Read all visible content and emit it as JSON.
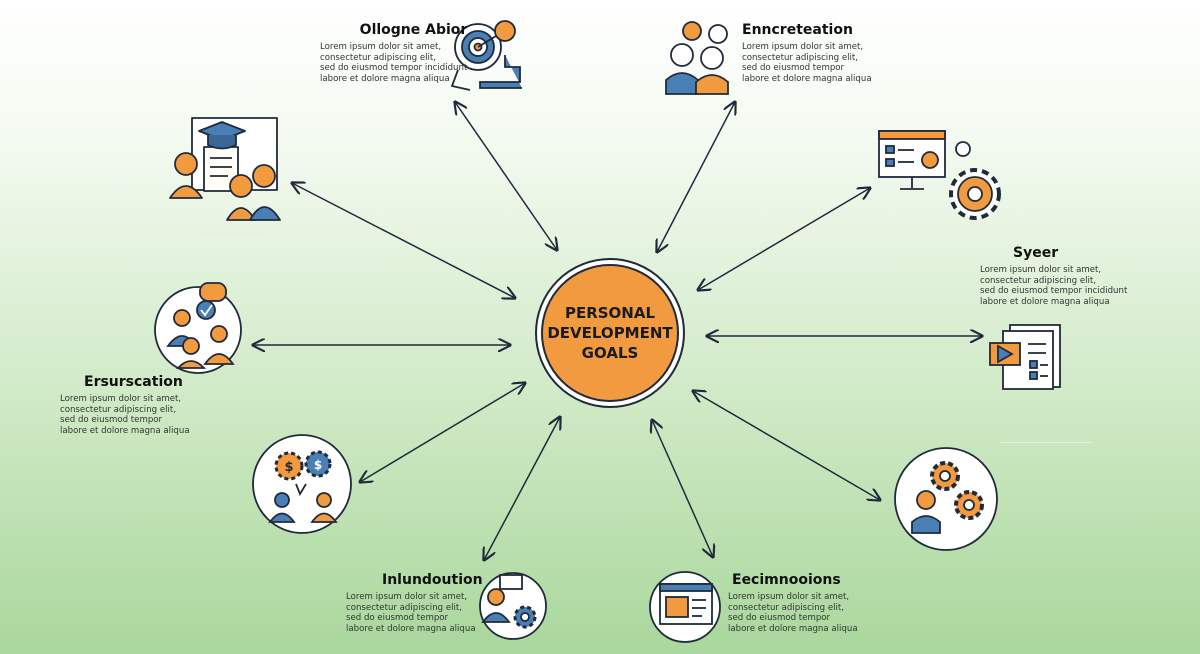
{
  "center": {
    "lines": [
      "PERSONAL",
      "DEVELOPMENT",
      "GOALS"
    ]
  },
  "nodes": [
    {
      "id": "top-left",
      "title": "Ollogne Abior",
      "lines": [
        "Lorem ipsum dolor sit amet,",
        "consectetur adipiscing elit,",
        "sed do eiusmod tempor incididunt",
        "labore et dolore magna aliqua"
      ]
    },
    {
      "id": "top-right",
      "title": "Enncreteation",
      "lines": [
        "Lorem ipsum dolor sit amet,",
        "consectetur adipiscing elit,",
        "sed do eiusmod tempor",
        "labore et dolore magna aliqua"
      ]
    },
    {
      "id": "right",
      "title": "Syeer",
      "lines": [
        "Lorem ipsum dolor sit amet,",
        "consectetur adipiscing elit,",
        "sed do eiusmod tempor incididunt",
        "labore et dolore magna aliqua"
      ]
    },
    {
      "id": "left",
      "title": "Ersurscation",
      "lines": [
        "Lorem ipsum dolor sit amet,",
        "consectetur adipiscing elit,",
        "sed do eiusmod tempor",
        "labore et dolore magna aliqua"
      ]
    },
    {
      "id": "bottom-left",
      "title": "Inlundoution",
      "lines": [
        "Lorem ipsum dolor sit amet,",
        "consectetur adipiscing elit,",
        "sed do eiusmod tempor",
        "labore et dolore magna aliqua"
      ]
    },
    {
      "id": "bottom-right",
      "title": "Eecimnooions",
      "lines": [
        "Lorem ipsum dolor sit amet,",
        "consectetur adipiscing elit,",
        "sed do eiusmod tempor",
        "labore et dolore magna aliqua"
      ]
    }
  ],
  "icons": {
    "education": "graduation-cap-icon",
    "target": "target-icon",
    "team": "team-icon",
    "monitor": "monitor-gear-icon",
    "communication": "chat-group-icon",
    "document": "document-icon",
    "finance": "dollar-gears-icon",
    "gears-person": "gears-person-icon",
    "person-gear": "person-gear-icon",
    "browser": "browser-window-icon"
  },
  "colors": {
    "accent": "#f29a3f",
    "outline": "#1f2a3a",
    "blue": "#4a7fb5",
    "center_fill": "#f29a3f"
  }
}
